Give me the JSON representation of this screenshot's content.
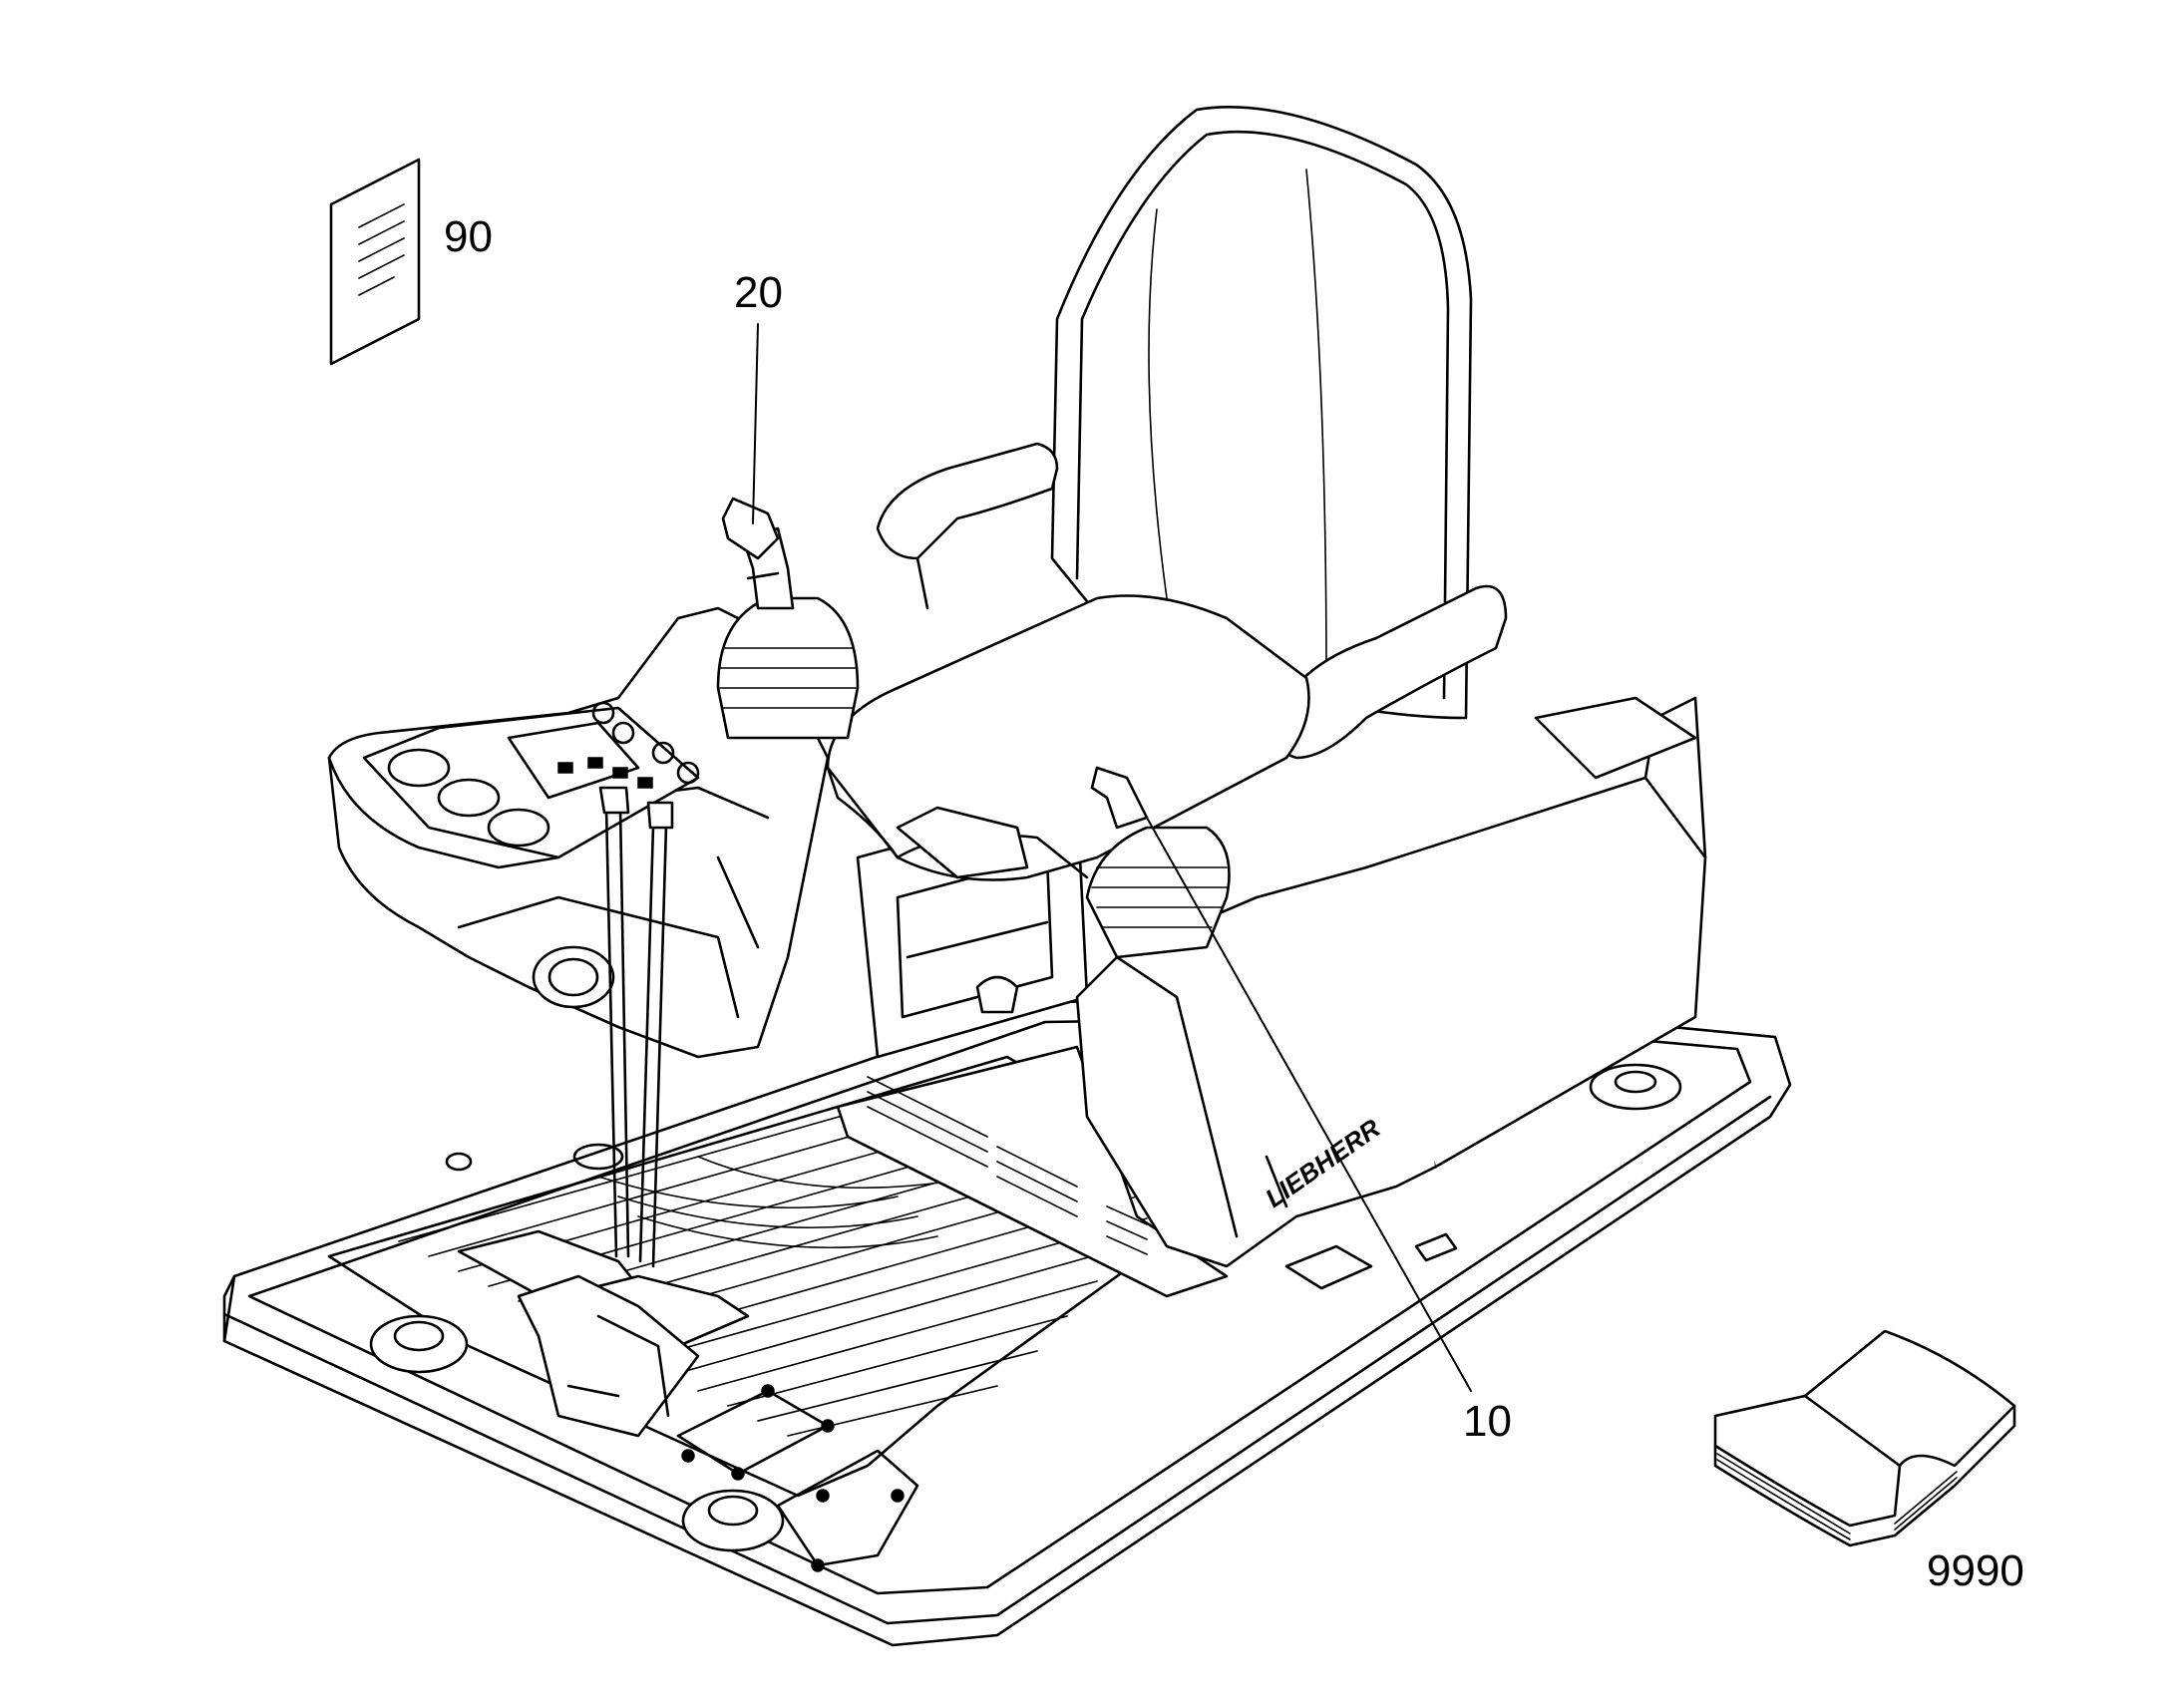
{
  "callouts": [
    {
      "id": "c90",
      "label": "90"
    },
    {
      "id": "c20",
      "label": "20"
    },
    {
      "id": "c10",
      "label": "10"
    },
    {
      "id": "c9990",
      "label": "9990"
    }
  ],
  "seat_logo": "LIEBHERR",
  "colors": {
    "ink": "#000000",
    "paper": "#ffffff"
  }
}
